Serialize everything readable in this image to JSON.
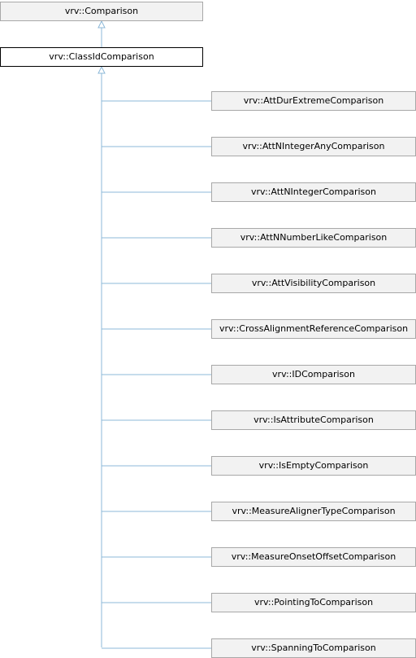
{
  "diagram": {
    "base_class": "vrv::Comparison",
    "current_class": "vrv::ClassIdComparison",
    "derived_classes": [
      "vrv::AttDurExtremeComparison",
      "vrv::AttNIntegerAnyComparison",
      "vrv::AttNIntegerComparison",
      "vrv::AttNNumberLikeComparison",
      "vrv::AttVisibilityComparison",
      "vrv::CrossAlignmentReferenceComparison",
      "vrv::IDComparison",
      "vrv::IsAttributeComparison",
      "vrv::IsEmptyComparison",
      "vrv::MeasureAlignerTypeComparison",
      "vrv::MeasureOnsetOffsetComparison",
      "vrv::PointingToComparison",
      "vrv::SpanningToComparison"
    ],
    "colors": {
      "edge": "#8cb8d8",
      "node_fill": "#f2f2f2",
      "node_border": "#a8a8a8",
      "current_border": "#000000"
    }
  }
}
